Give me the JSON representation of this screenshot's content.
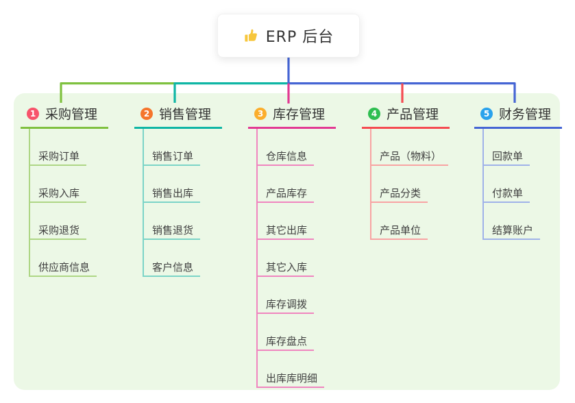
{
  "root": {
    "icon": "thumbs-up-icon",
    "label": "ERP 后台"
  },
  "colors": {
    "panel_bg": "#ecf8e6",
    "stem": "#4565d4",
    "thumb_yellow": "#f7c63c"
  },
  "branches": [
    {
      "badge": "1",
      "label": "采购管理",
      "badge_color": "#f7536b",
      "line_color": "#7fc13f",
      "sub_line_color": "#aed685",
      "children": [
        {
          "label": "采购订单"
        },
        {
          "label": "采购入库"
        },
        {
          "label": "采购退货"
        },
        {
          "label": "供应商信息"
        }
      ]
    },
    {
      "badge": "2",
      "label": "销售管理",
      "badge_color": "#f5752c",
      "line_color": "#0fb6a5",
      "sub_line_color": "#7bd4c7",
      "children": [
        {
          "label": "销售订单"
        },
        {
          "label": "销售出库"
        },
        {
          "label": "销售退货"
        },
        {
          "label": "客户信息"
        }
      ]
    },
    {
      "badge": "3",
      "label": "库存管理",
      "badge_color": "#fbae2c",
      "line_color": "#e23a93",
      "sub_line_color": "#f085bf",
      "children": [
        {
          "label": "仓库信息"
        },
        {
          "label": "产品库存"
        },
        {
          "label": "其它出库"
        },
        {
          "label": "其它入库"
        },
        {
          "label": "库存调拨"
        },
        {
          "label": "库存盘点"
        },
        {
          "label": "出库库明细"
        }
      ]
    },
    {
      "badge": "4",
      "label": "产品管理",
      "badge_color": "#2fbe51",
      "line_color": "#f54b51",
      "sub_line_color": "#f8a3a3",
      "children": [
        {
          "label": "产品（物料）"
        },
        {
          "label": "产品分类"
        },
        {
          "label": "产品单位"
        }
      ]
    },
    {
      "badge": "5",
      "label": "财务管理",
      "badge_color": "#2aa2ec",
      "line_color": "#4565d4",
      "sub_line_color": "#9fb2e9",
      "children": [
        {
          "label": "回款单"
        },
        {
          "label": "付款单"
        },
        {
          "label": "结算账户"
        }
      ]
    }
  ]
}
